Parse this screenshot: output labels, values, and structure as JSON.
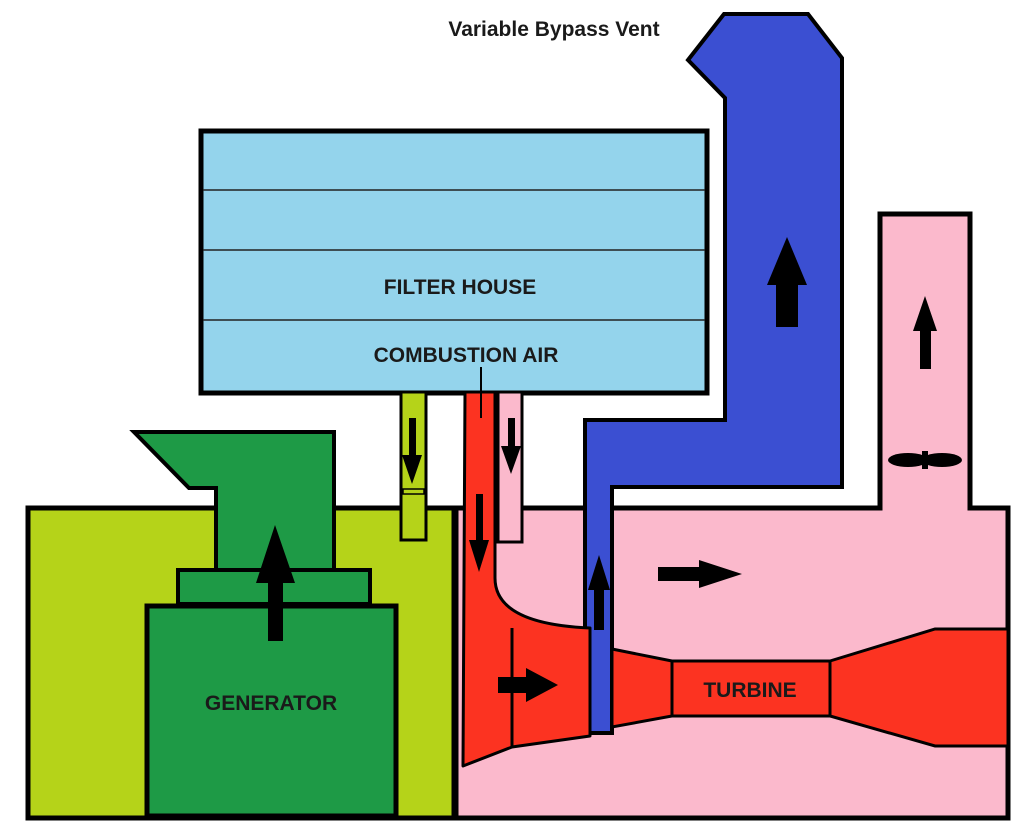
{
  "labels": {
    "bypass_vent": "Variable Bypass Vent",
    "filter_house": "FILTER HOUSE",
    "combustion_air": "COMBUSTION AIR",
    "generator": "GENERATOR",
    "turbine": "TURBINE"
  },
  "colors": {
    "filter": "#94d4ec",
    "generator_enclosure": "#b5d319",
    "generator": "#1e9a46",
    "turbine_enclosure": "#fbb9cc",
    "combustion_red": "#fc3321",
    "bypass_blue": "#3b4fd2",
    "outline": "#000000"
  },
  "icons": [
    "flow-arrow-icon",
    "fan-icon",
    "damper-icon"
  ]
}
